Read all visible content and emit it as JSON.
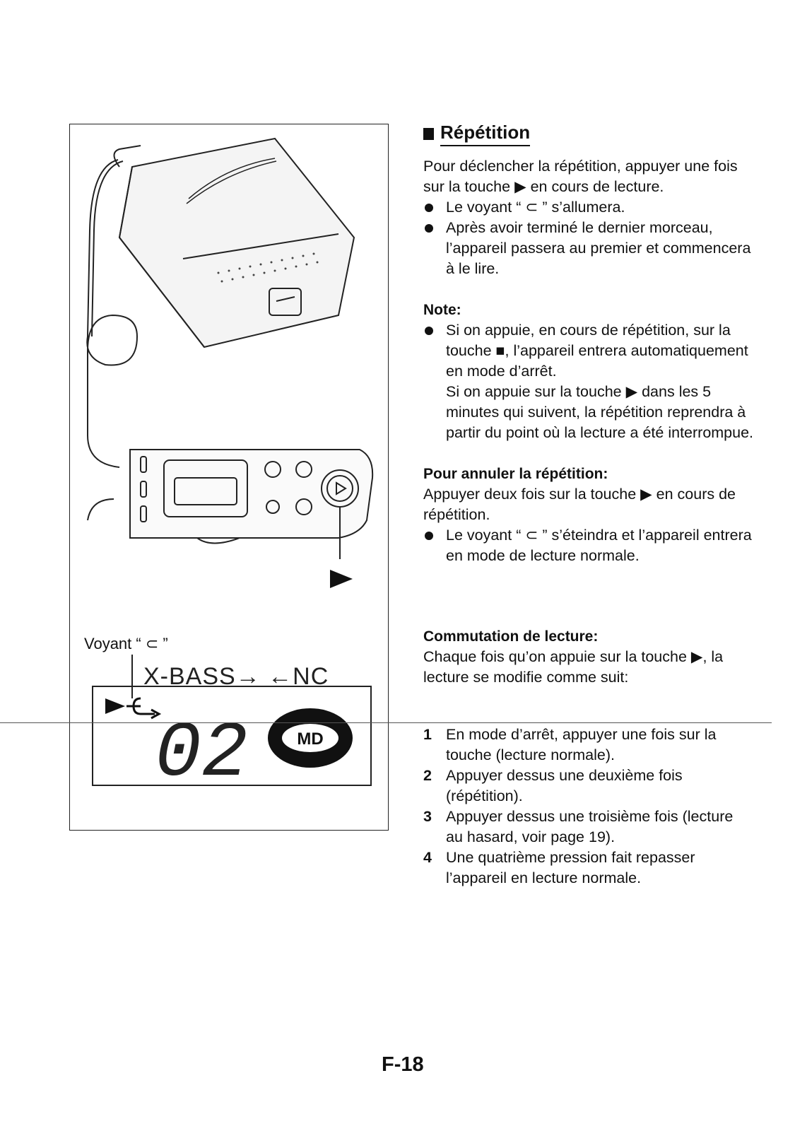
{
  "figure": {
    "voyant_label": "Voyant “ ⊂ ”",
    "display_top_labels": "X-BASS→  ←NC",
    "display_digits": "02",
    "display_badge": "MD"
  },
  "section": {
    "title": "Répétition",
    "intro": "Pour déclencher la répétition, appuyer une fois sur la touche ▶ en cours de lecture.",
    "bullets": [
      "Le voyant “ ⊂ ” s’allumera.",
      "Après avoir terminé le dernier morceau, l’appareil passera au premier et commencera à le lire."
    ]
  },
  "note": {
    "title": "Note:",
    "text1": "Si on appuie, en cours de répétition, sur la touche ■, l’appareil entrera automatiquement en mode d’arrêt.",
    "text2": "Si on appuie sur la touche ▶ dans les 5 minutes qui suivent, la répétition reprendra à partir du point où la lecture a été interrompue."
  },
  "cancel": {
    "title": "Pour annuler la répétition:",
    "text": "Appuyer deux fois sur la touche ▶ en cours de répétition.",
    "bullet": "Le voyant “ ⊂ ” s’éteindra et l’appareil entrera en mode de lecture normale."
  },
  "switching": {
    "title": "Commutation de lecture:",
    "text": "Chaque fois qu’on appuie sur la touche ▶, la lecture se modifie comme suit:",
    "steps": [
      {
        "n": "1",
        "text": "En mode d’arrêt, appuyer une fois sur la touche (lecture normale)."
      },
      {
        "n": "2",
        "text": "Appuyer dessus une deuxième fois (répétition)."
      },
      {
        "n": "3",
        "text": "Appuyer dessus une troisième fois (lecture au hasard, voir page 19)."
      },
      {
        "n": "4",
        "text": "Une quatrième pression fait repasser l’appareil en lecture normale."
      }
    ]
  },
  "page_number": "F-18"
}
